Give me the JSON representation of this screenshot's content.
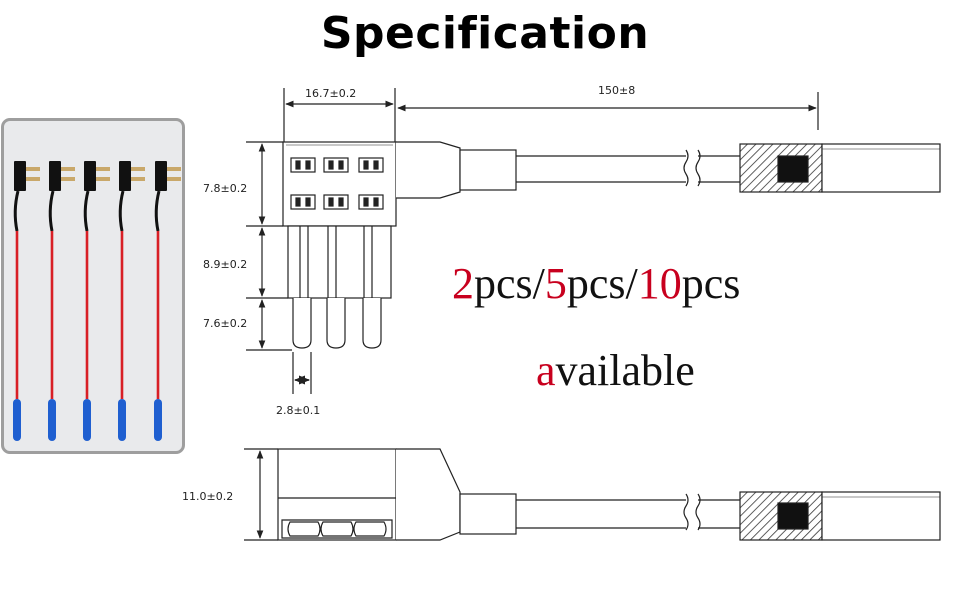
{
  "title": "Specification",
  "dimensions": {
    "width_top": "16.7±0.2",
    "cable_length": "150±8",
    "height_body": "7.8±0.2",
    "height_stem": "8.9±0.2",
    "height_blades": "7.6±0.2",
    "blade_width": "2.8±0.1",
    "height_side": "11.0±0.2"
  },
  "availability": {
    "q1_num": "2",
    "q1_unit": "pcs/",
    "q2_num": "5",
    "q2_unit": "pcs/",
    "q3_num": "10",
    "q3_unit": "pcs",
    "avail_first": "a",
    "avail_rest": "vailable"
  },
  "product_photo": {
    "count": 5,
    "wire_color": "#d81f26",
    "connector_color": "#1f5fd0",
    "tap_color": "#111111"
  },
  "colors": {
    "highlight": "#c8001e",
    "line": "#222222"
  }
}
